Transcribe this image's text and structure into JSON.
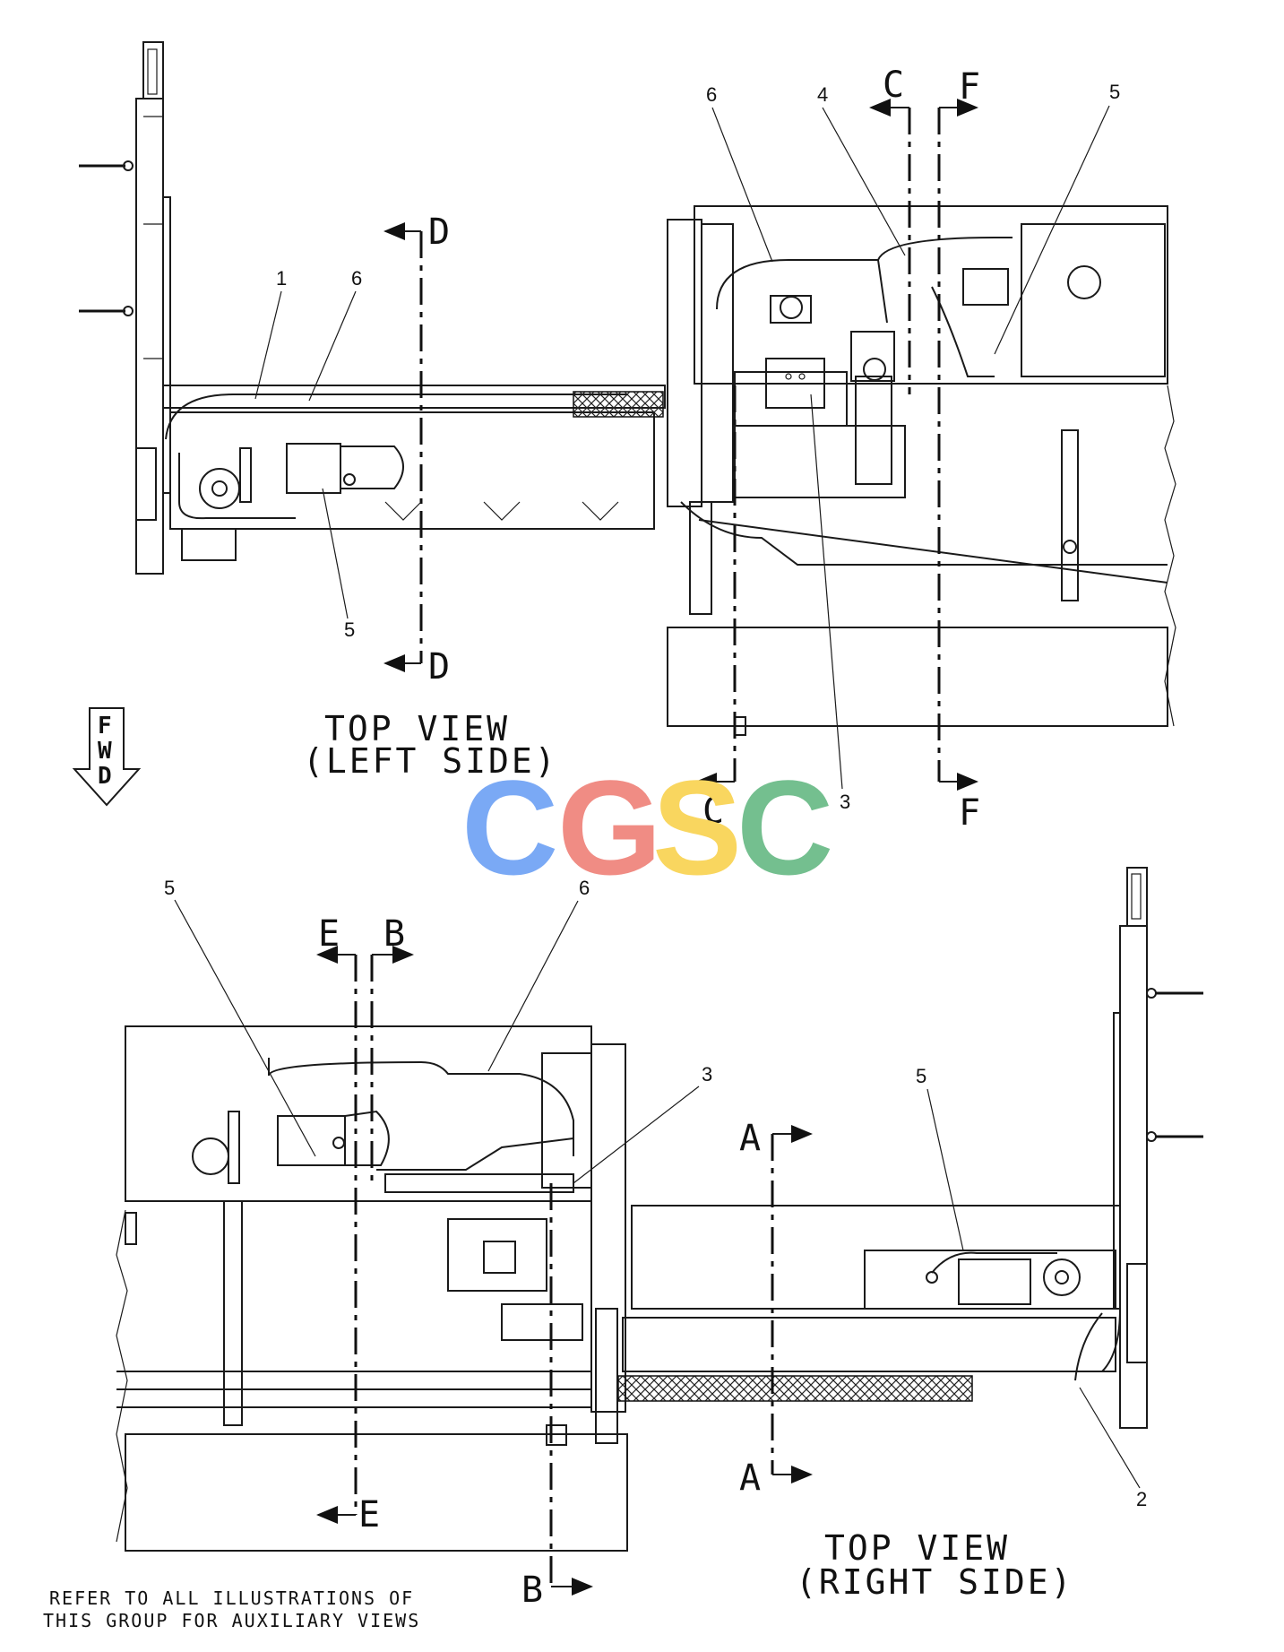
{
  "left_view": {
    "caption_line1": "TOP VIEW",
    "caption_line2": "(LEFT SIDE)",
    "callouts": {
      "c1": "1",
      "c6a": "6",
      "c5a": "5",
      "c6b": "6",
      "c4": "4",
      "c5b": "5",
      "c3": "3"
    },
    "sections": {
      "d_top": "D",
      "d_bottom": "D",
      "c_top": "C",
      "c_bottom": "C",
      "f_top": "F",
      "f_bottom": "F"
    }
  },
  "right_view": {
    "caption_line1": "TOP VIEW",
    "caption_line2": "(RIGHT SIDE)",
    "callouts": {
      "c5a": "5",
      "c6": "6",
      "c3": "3",
      "c5b": "5",
      "c2": "2"
    },
    "sections": {
      "e_top": "E",
      "e_bottom": "E",
      "b_top": "B",
      "b_bottom": "B",
      "a_top": "A",
      "a_bottom": "A"
    }
  },
  "fwd_arrow": [
    "F",
    "W",
    "D"
  ],
  "note_line1": "REFER TO ALL ILLUSTRATIONS OF",
  "note_line2": "THIS GROUP FOR AUXILIARY VIEWS",
  "watermark": {
    "text": "CGSC",
    "letters": [
      {
        "char": "C",
        "color": "#7aa9f5"
      },
      {
        "char": "G",
        "color": "#f08c84"
      },
      {
        "char": "S",
        "color": "#f9d65f"
      },
      {
        "char": "C",
        "color": "#74bf8f"
      }
    ]
  }
}
